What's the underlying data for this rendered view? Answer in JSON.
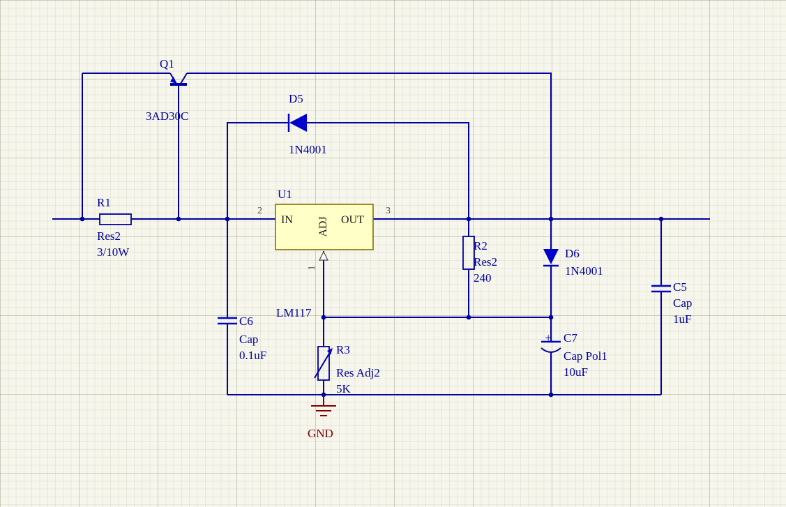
{
  "colors": {
    "background": "#F6F6EC",
    "grid": "#E2E2D4",
    "wire": "#0000A0",
    "label": "#0000A0",
    "diode_fill": "#0000CD",
    "body_fill": "#FFFFC8",
    "body_border": "#827000",
    "ground": "#800000",
    "pin_text": "#1a1a1a"
  },
  "components": {
    "q1": {
      "designator": "Q1",
      "part": "3AD30C"
    },
    "r1": {
      "designator": "R1",
      "part": "Res2",
      "value": "3/10W"
    },
    "d5": {
      "designator": "D5",
      "part": "1N4001"
    },
    "u1": {
      "designator": "U1",
      "part": "LM117",
      "pins": {
        "in": "IN",
        "adj": "ADJ",
        "out": "OUT",
        "num_in": "2",
        "num_out": "3",
        "num_adj": "1"
      }
    },
    "r2": {
      "designator": "R2",
      "part": "Res2",
      "value": "240"
    },
    "d6": {
      "designator": "D6",
      "part": "1N4001"
    },
    "c5": {
      "designator": "C5",
      "part": "Cap",
      "value": "1uF"
    },
    "c6": {
      "designator": "C6",
      "part": "Cap",
      "value": "0.1uF"
    },
    "c7": {
      "designator": "C7",
      "part": "Cap Pol1",
      "value": "10uF",
      "polarity": "+"
    },
    "r3": {
      "designator": "R3",
      "part": "Res Adj2",
      "value": "5K"
    },
    "gnd": {
      "label": "GND"
    }
  }
}
